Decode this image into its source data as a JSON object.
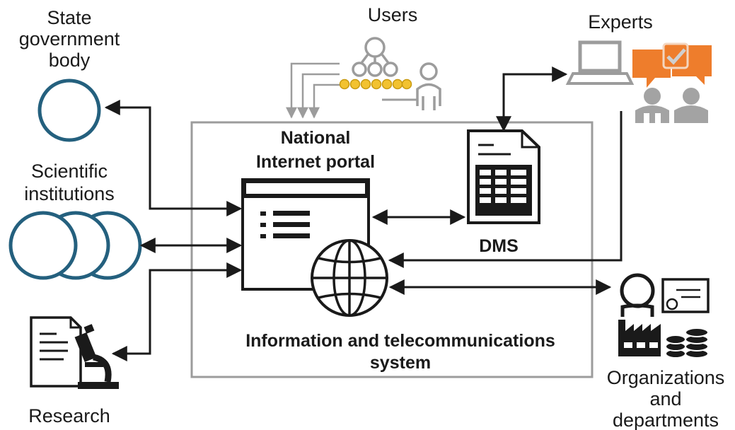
{
  "labels": {
    "state_body": [
      "State",
      "government",
      "body"
    ],
    "scientific": [
      "Scientific",
      "institutions"
    ],
    "research": "Research",
    "users": "Users",
    "experts": "Experts",
    "portal": [
      "National",
      "Internet portal"
    ],
    "dms": "DMS",
    "system": [
      "Information and telecommunications",
      "system"
    ],
    "orgs": [
      "Organizations",
      "and",
      "departments"
    ]
  },
  "colors": {
    "circle_blue": "#24607e",
    "orange": "#ee7d2c",
    "gold": "#f2c230",
    "gray": "#9c9c9c",
    "dark": "#1a1a1a"
  }
}
